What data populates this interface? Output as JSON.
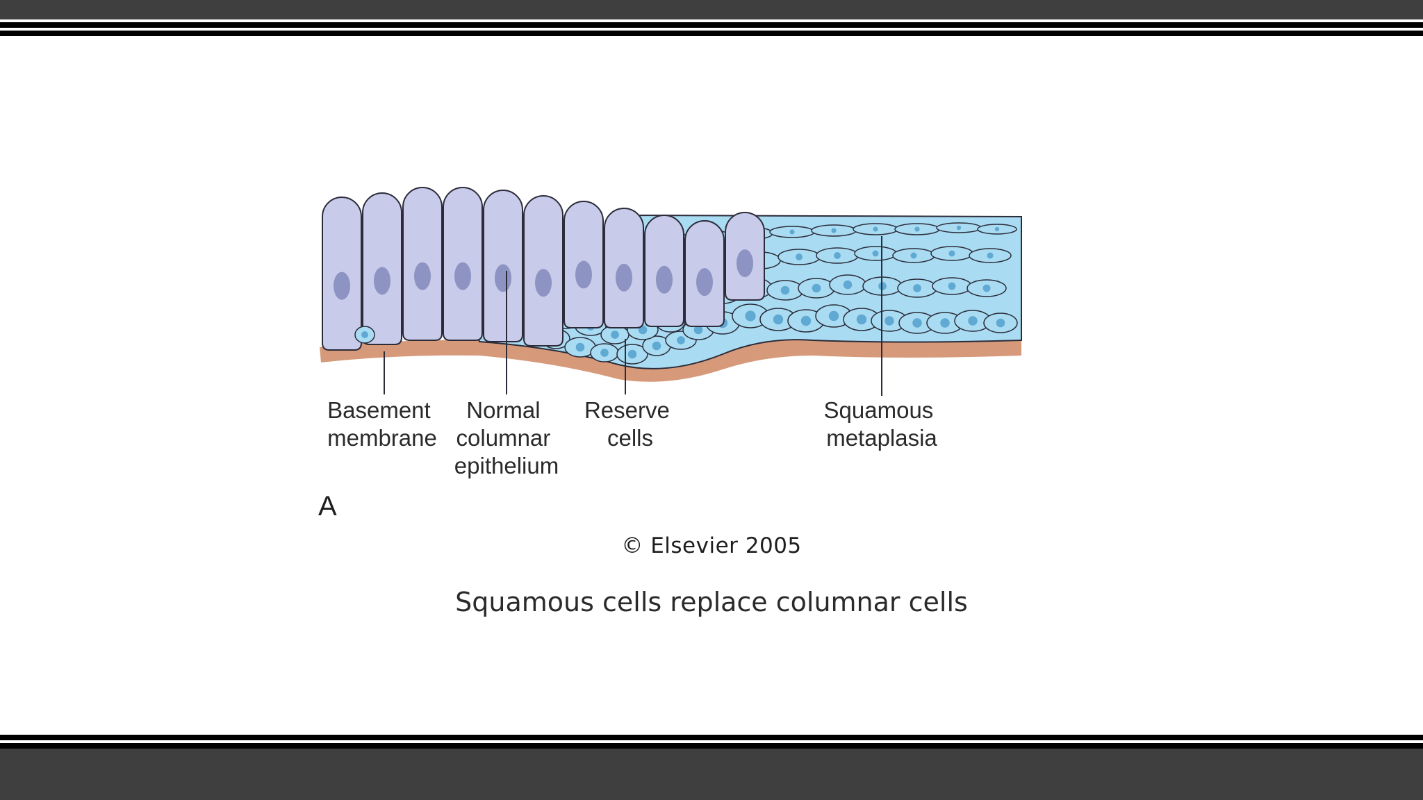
{
  "figure": {
    "panel_letter": "A",
    "labels": {
      "basement": [
        "Basement",
        "membrane"
      ],
      "normal": [
        "Normal",
        "columnar",
        "epithelium"
      ],
      "reserve": [
        "Reserve",
        "cells"
      ],
      "squamous": [
        "Squamous",
        "metaplasia"
      ]
    },
    "colors": {
      "columnar_cell": "#c8cbe9",
      "columnar_nucleus": "#8d93c2",
      "squamous_cell": "#a9dcf2",
      "squamous_nucleus": "#5fa9d3",
      "membrane": "#d69a7a",
      "outline": "#2b2b3a"
    }
  },
  "copyright": "© Elsevier 2005",
  "caption": "Squamous cells replace columnar cells"
}
